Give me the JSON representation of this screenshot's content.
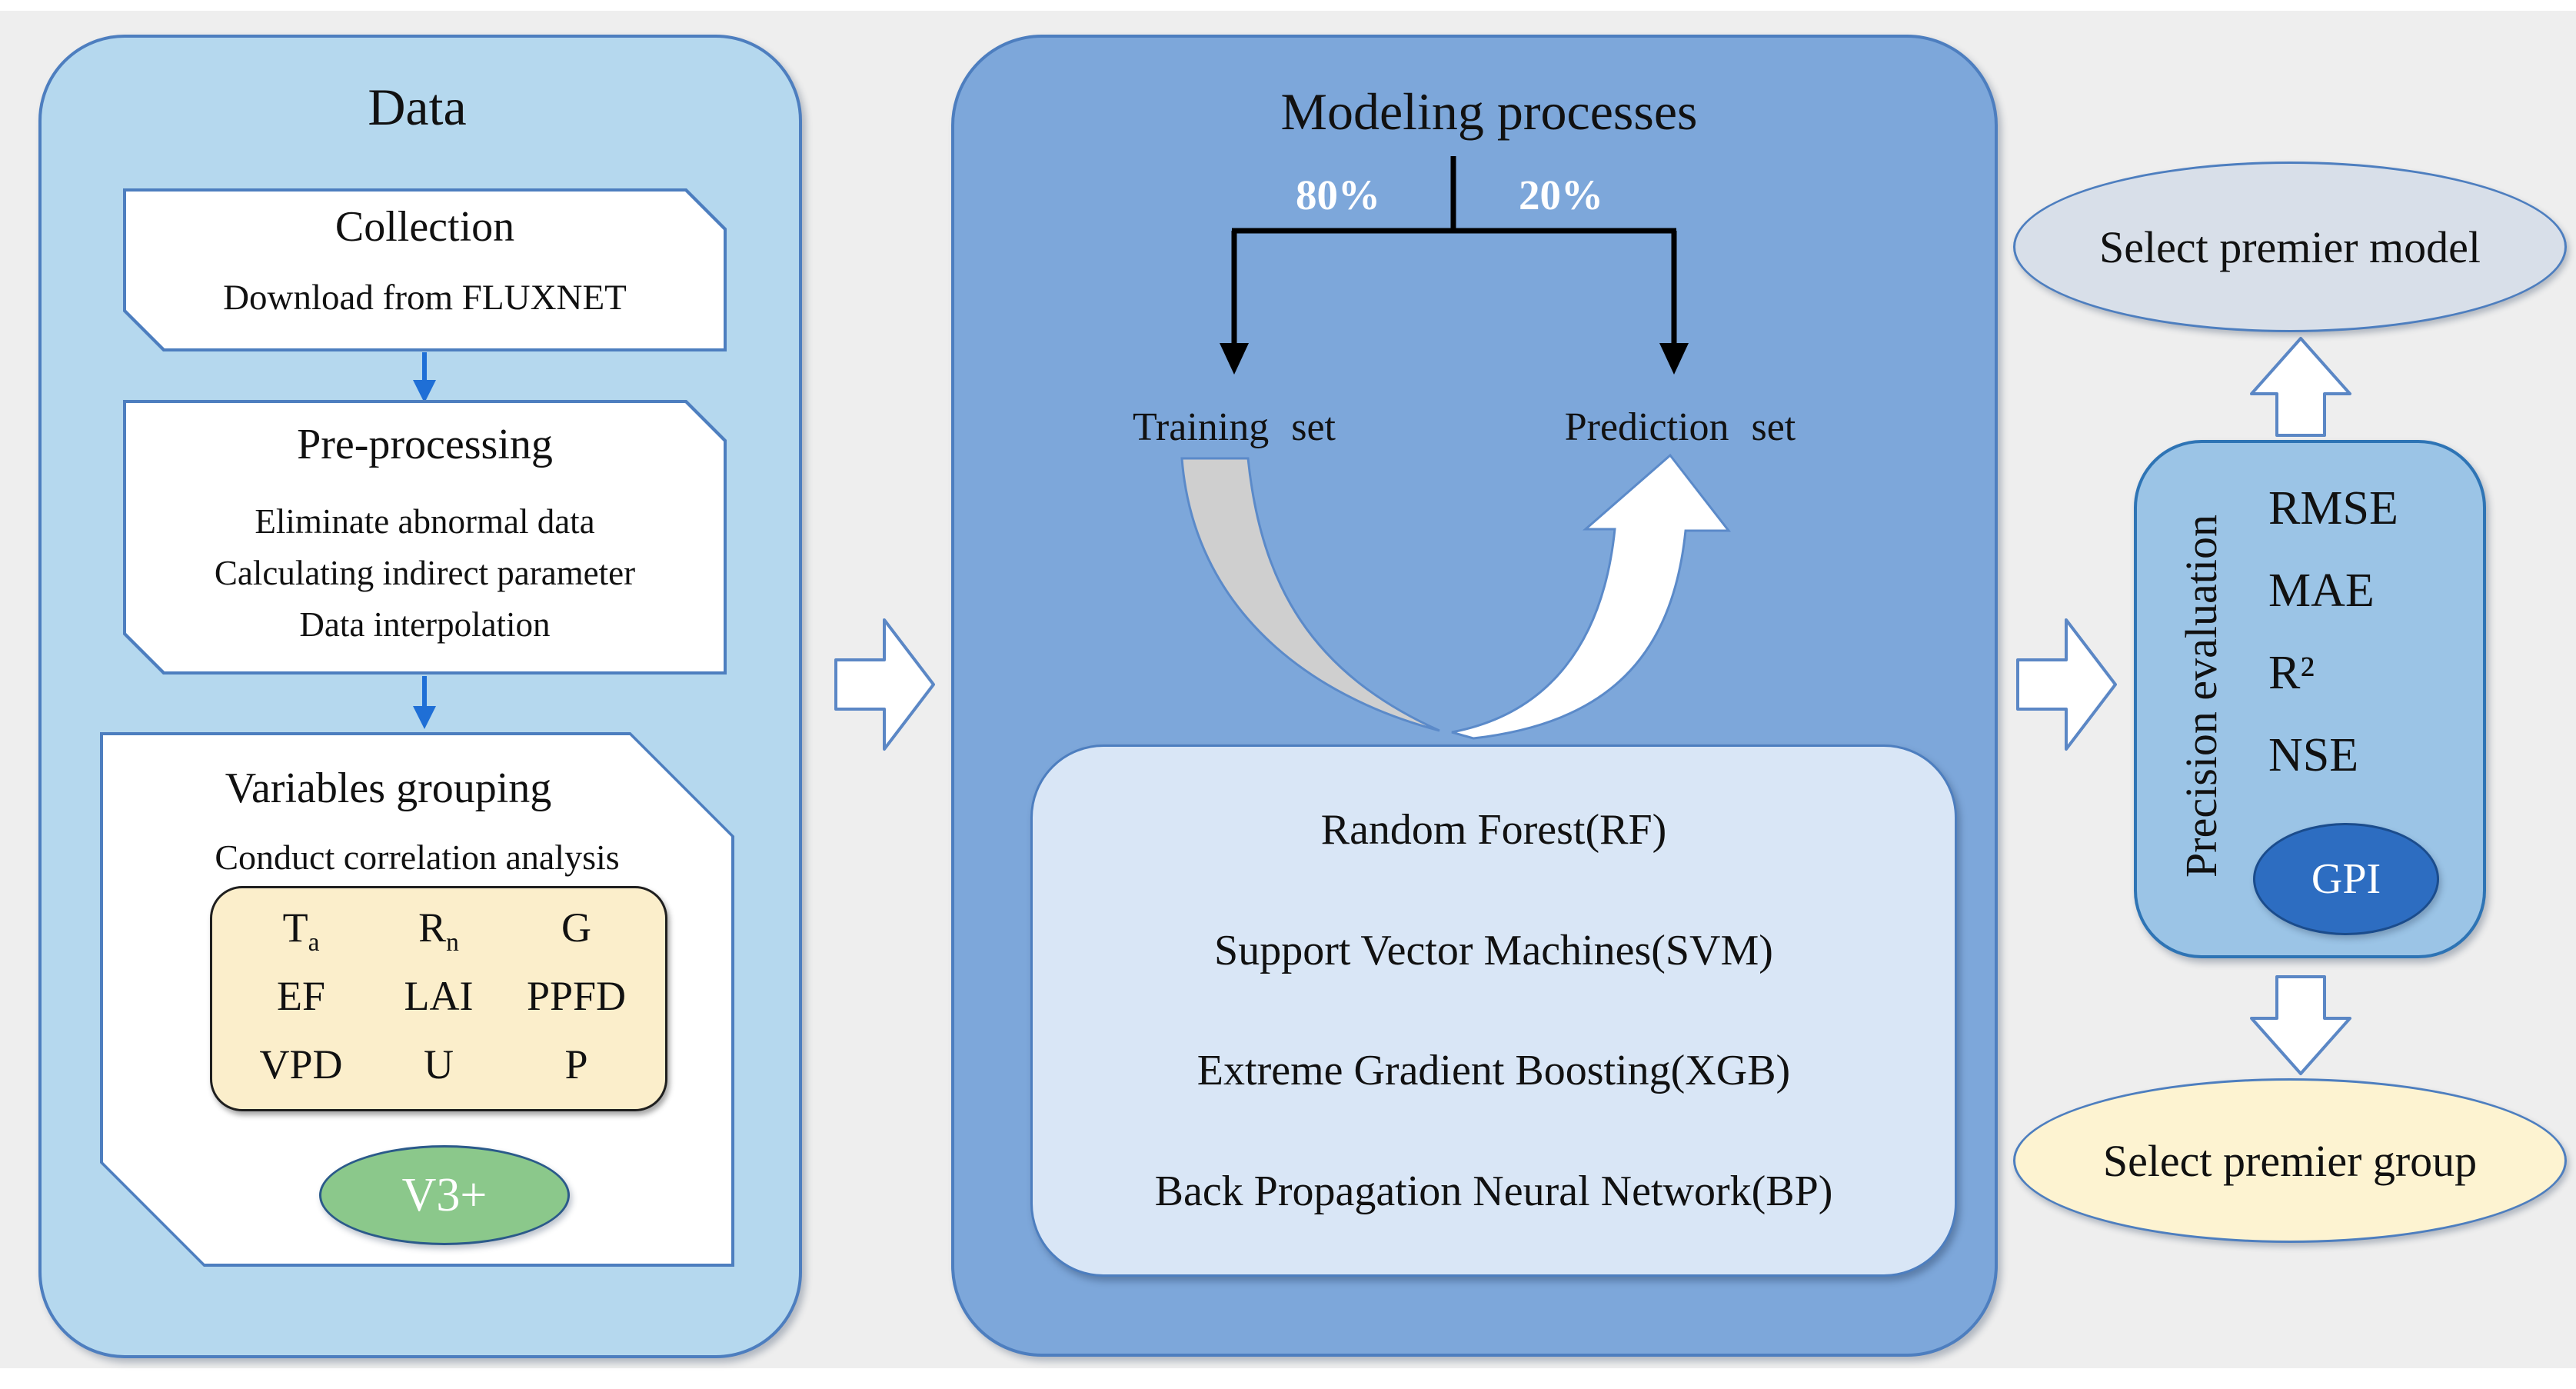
{
  "colors": {
    "background": "#eeeeee",
    "panel_left_fill": "#b5d8ee",
    "panel_mid_fill": "#7da7da",
    "panel_border": "#4d7ebf",
    "models_box_fill": "#d9e6f6",
    "eval_box_fill": "#9bc4e6",
    "eval_box_border": "#2e74b5",
    "select_model_fill": "#d8dfe9",
    "select_group_fill": "#fdf3d1",
    "variables_box_fill": "#fbeecb",
    "v3_badge_fill": "#8bc88b",
    "gpi_badge_fill": "#2d6dc1",
    "flow_arrow_blue": "#1f6fd6",
    "swoosh_gray": "#cfcfcf"
  },
  "left_panel": {
    "title": "Data",
    "collection": {
      "title": "Collection",
      "subtitle": "Download from FLUXNET"
    },
    "preprocessing": {
      "title": "Pre-processing",
      "steps": [
        "Eliminate abnormal data",
        "Calculating indirect parameter",
        "Data interpolation"
      ]
    },
    "grouping": {
      "title": "Variables grouping",
      "subtitle": "Conduct correlation analysis",
      "variables": [
        {
          "base": "T",
          "sub": "a"
        },
        {
          "base": "R",
          "sub": "n"
        },
        {
          "base": "G",
          "sub": ""
        },
        {
          "base": "EF",
          "sub": ""
        },
        {
          "base": "LAI",
          "sub": ""
        },
        {
          "base": "PPFD",
          "sub": ""
        },
        {
          "base": "VPD",
          "sub": ""
        },
        {
          "base": "U",
          "sub": ""
        },
        {
          "base": "P",
          "sub": ""
        }
      ],
      "badge": "V3+"
    }
  },
  "middle_panel": {
    "title": "Modeling processes",
    "split": {
      "left_percent": "80%",
      "right_percent": "20%",
      "left_label": "Training set",
      "right_label": "Prediction set"
    },
    "models": [
      "Random Forest(RF)",
      "Support Vector Machines(SVM)",
      "Extreme Gradient Boosting(XGB)",
      "Back Propagation Neural Network(BP)"
    ]
  },
  "right_panel": {
    "select_model_label": "Select premier model",
    "evaluation": {
      "title": "Precision evaluation",
      "metrics": [
        "RMSE",
        "MAE",
        "R²",
        "NSE"
      ],
      "badge": "GPI"
    },
    "select_group_label": "Select premier group"
  }
}
